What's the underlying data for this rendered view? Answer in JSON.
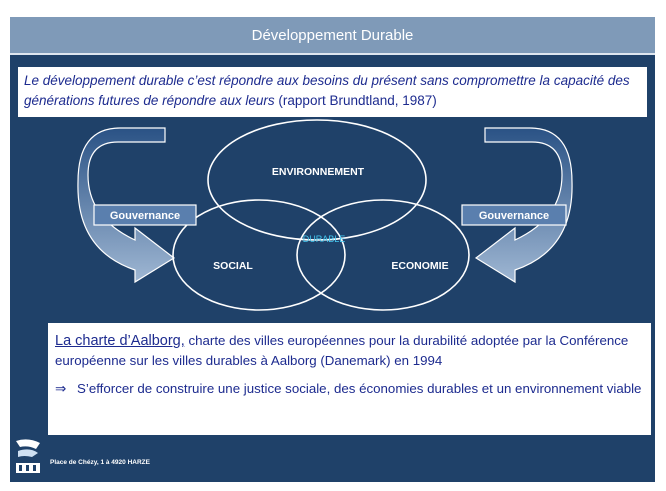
{
  "title": "Développement Durable",
  "quote": {
    "text": "Le développement durable c’est répondre aux besoins du présent sans compromettre la capacité des générations futures de répondre aux leurs",
    "source": " (rapport Brundtland, 1987)"
  },
  "diagram": {
    "top_circle": "ENVIRONNEMENT",
    "left_circle": "SOCIAL",
    "right_circle": "ECONOMIE",
    "center": "DURABLE",
    "left_label": "Gouvernance",
    "right_label": "Gouvernance"
  },
  "charter": {
    "title": "La charte d’Aalborg,",
    "description": " charte des villes européennes pour la durabilité adoptée par la Conférence européenne sur les villes durables à Aalborg (Danemark) en 1994",
    "arrow": "⇒",
    "point": "S’efforcer de construire une justice sociale, des économies durables et un environnement viable"
  },
  "footer": {
    "address": "Place de Chézy, 1 à 4920 HARZE"
  },
  "colors": {
    "background": "#1f4169",
    "title_bar": "#7f9ab8",
    "text_blue": "#1d2b8f",
    "label_box": "#5a7fae",
    "durable_text": "#44c8f0"
  }
}
